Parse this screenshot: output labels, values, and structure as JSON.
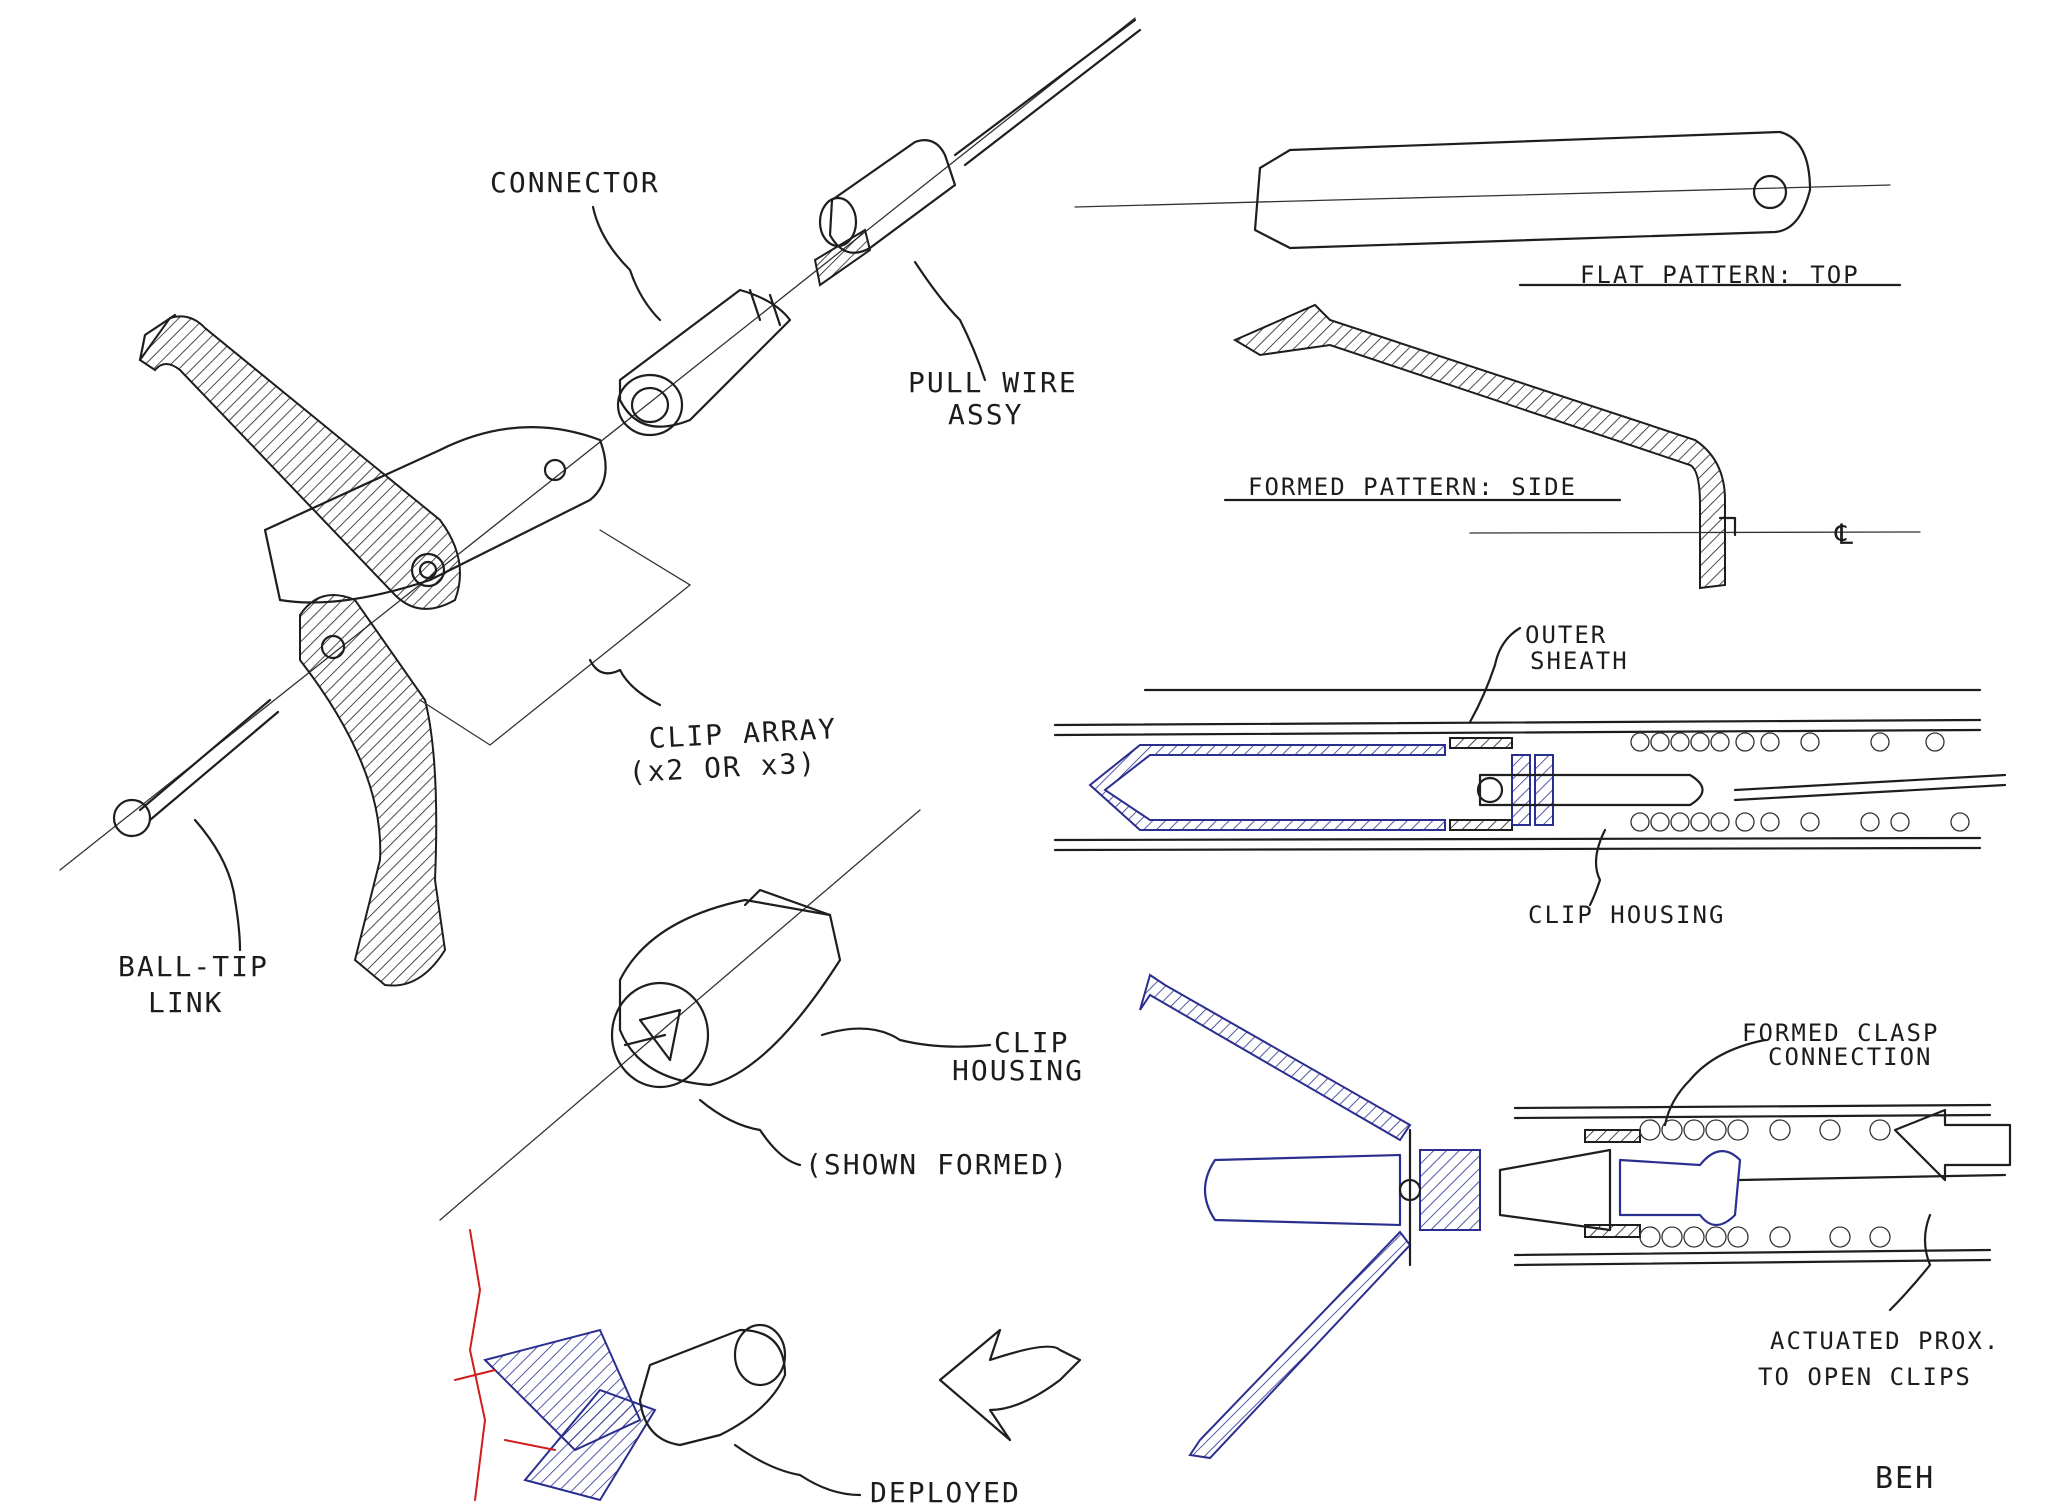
{
  "labels": {
    "connector": "CONNECTOR",
    "pull_wire_1": "PULL WIRE",
    "pull_wire_2": "ASSY",
    "clip_array_1": "CLIP ARRAY",
    "clip_array_2": "(x2 OR x3)",
    "ball_tip_1": "BALL-TIP",
    "ball_tip_2": "LINK",
    "clip_housing_iso_1": "CLIP",
    "clip_housing_iso_2": "HOUSING",
    "shown_formed": "(SHOWN FORMED)",
    "deployed": "DEPLOYED",
    "flat_pattern": "FLAT PATTERN: TOP",
    "formed_pattern": "FORMED PATTERN: SIDE",
    "centerline": "℄",
    "outer_sheath_1": "OUTER",
    "outer_sheath_2": "SHEATH",
    "clip_housing_section": "CLIP HOUSING",
    "formed_clasp_1": "FORMED CLASP",
    "formed_clasp_2": "CONNECTION",
    "actuated_1": "ACTUATED PROX.",
    "actuated_2": "TO OPEN CLIPS",
    "signature": "BEH"
  },
  "colors": {
    "ink": "#1e1e1e",
    "blue_ink": "#2a2f8f",
    "red_ink": "#d01c1c",
    "paper": "#ffffff"
  }
}
